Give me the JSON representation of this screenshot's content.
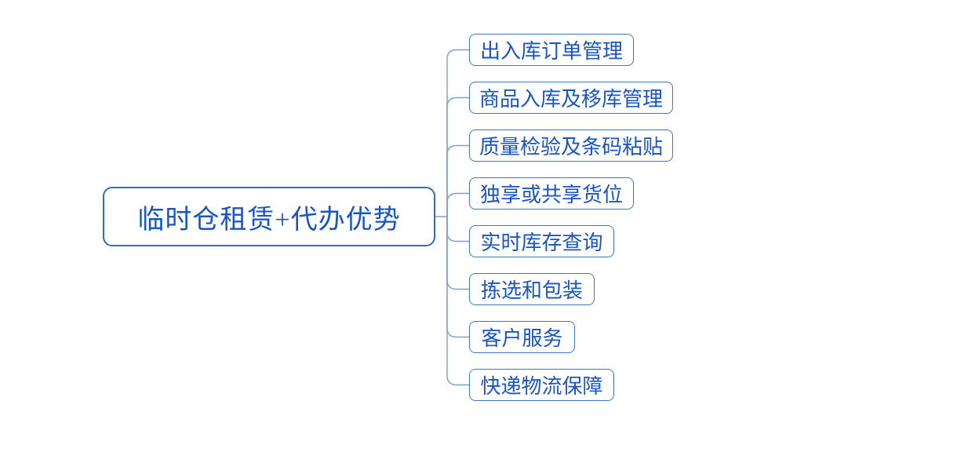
{
  "mindmap": {
    "root": {
      "label": "临时仓租赁+代办优势"
    },
    "children": [
      {
        "label": "出入库订单管理"
      },
      {
        "label": "商品入库及移库管理"
      },
      {
        "label": "质量检验及条码粘贴"
      },
      {
        "label": "独享或共享货位"
      },
      {
        "label": "实时库存查询"
      },
      {
        "label": "拣选和包装"
      },
      {
        "label": "客户服务"
      },
      {
        "label": "快递物流保障"
      }
    ],
    "colors": {
      "background": "#ffffff",
      "node_text": "#1a55c0",
      "node_border": "#3d76c6",
      "root_border": "#2f6db8",
      "connector": "#7c9ed9"
    }
  }
}
